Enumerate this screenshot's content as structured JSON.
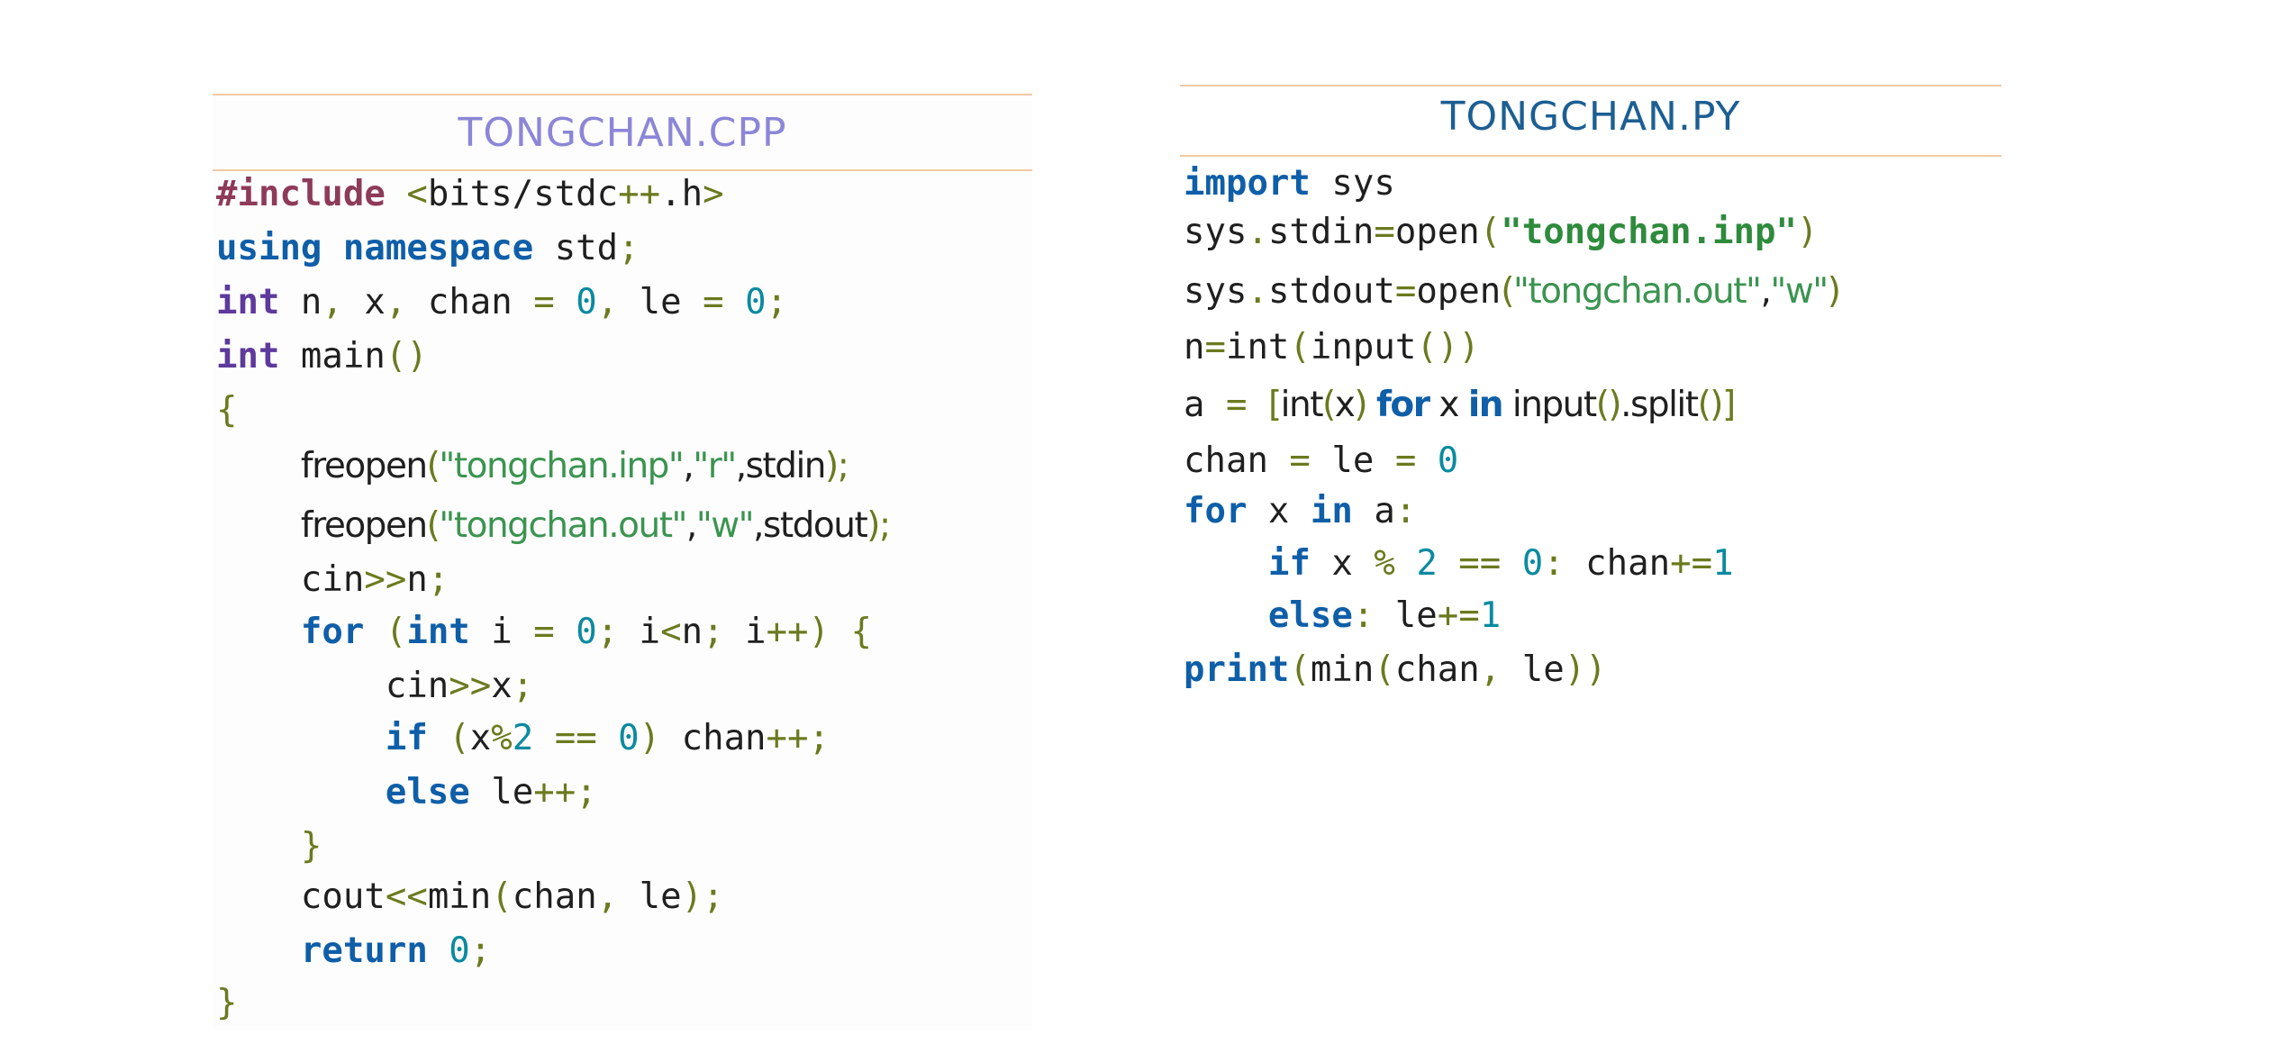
{
  "cpp": {
    "title": "TONGCHAN.CPP",
    "lines": [
      [
        {
          "t": "#include",
          "c": "pre"
        },
        {
          "t": " "
        },
        {
          "t": "<",
          "c": "op"
        },
        {
          "t": "bits/stdc"
        },
        {
          "t": "++",
          "c": "op"
        },
        {
          "t": ".h"
        },
        {
          "t": ">",
          "c": "op"
        }
      ],
      [
        {
          "t": "using",
          "c": "kw"
        },
        {
          "t": " "
        },
        {
          "t": "namespace",
          "c": "kw"
        },
        {
          "t": " std"
        },
        {
          "t": ";",
          "c": "pun"
        }
      ],
      [
        {
          "t": "int",
          "c": "kw2"
        },
        {
          "t": " n"
        },
        {
          "t": ",",
          "c": "pun"
        },
        {
          "t": " x"
        },
        {
          "t": ",",
          "c": "pun"
        },
        {
          "t": " chan "
        },
        {
          "t": "=",
          "c": "op"
        },
        {
          "t": " "
        },
        {
          "t": "0",
          "c": "num"
        },
        {
          "t": ",",
          "c": "pun"
        },
        {
          "t": " le "
        },
        {
          "t": "=",
          "c": "op"
        },
        {
          "t": " "
        },
        {
          "t": "0",
          "c": "num"
        },
        {
          "t": ";",
          "c": "pun"
        }
      ],
      [
        {
          "t": "int",
          "c": "kw2"
        },
        {
          "t": " main"
        },
        {
          "t": "()",
          "c": "pun"
        }
      ],
      [
        {
          "t": "{",
          "c": "pun"
        }
      ],
      [
        {
          "t": "    "
        },
        {
          "t": "freopen",
          "c": "sans"
        },
        {
          "t": "(",
          "c": "pun sans"
        },
        {
          "t": "\"tongchan.inp\"",
          "c": "str sans"
        },
        {
          "t": ",",
          "c": "sans"
        },
        {
          "t": "\"r\"",
          "c": "str sans"
        },
        {
          "t": ",stdin",
          "c": "sans"
        },
        {
          "t": ");",
          "c": "pun sans"
        }
      ],
      [
        {
          "t": "    "
        },
        {
          "t": "freopen",
          "c": "sans"
        },
        {
          "t": "(",
          "c": "pun sans"
        },
        {
          "t": "\"tongchan.out\"",
          "c": "str sans"
        },
        {
          "t": ",",
          "c": "sans"
        },
        {
          "t": "\"w\"",
          "c": "str sans"
        },
        {
          "t": ",stdout",
          "c": "sans"
        },
        {
          "t": ");",
          "c": "pun sans"
        }
      ],
      [
        {
          "t": "    cin"
        },
        {
          "t": ">>",
          "c": "op"
        },
        {
          "t": "n"
        },
        {
          "t": ";",
          "c": "pun"
        }
      ],
      [
        {
          "t": "    "
        },
        {
          "t": "for",
          "c": "kw"
        },
        {
          "t": " "
        },
        {
          "t": "(",
          "c": "pun"
        },
        {
          "t": "int",
          "c": "kw"
        },
        {
          "t": " i "
        },
        {
          "t": "=",
          "c": "op"
        },
        {
          "t": " "
        },
        {
          "t": "0",
          "c": "num"
        },
        {
          "t": ";",
          "c": "pun"
        },
        {
          "t": " i"
        },
        {
          "t": "<",
          "c": "op"
        },
        {
          "t": "n"
        },
        {
          "t": ";",
          "c": "pun"
        },
        {
          "t": " i"
        },
        {
          "t": "++",
          "c": "op"
        },
        {
          "t": ")",
          "c": "pun"
        },
        {
          "t": " "
        },
        {
          "t": "{",
          "c": "pun"
        }
      ],
      [
        {
          "t": "        cin"
        },
        {
          "t": ">>",
          "c": "op"
        },
        {
          "t": "x"
        },
        {
          "t": ";",
          "c": "pun"
        }
      ],
      [
        {
          "t": "        "
        },
        {
          "t": "if",
          "c": "kw"
        },
        {
          "t": " "
        },
        {
          "t": "(",
          "c": "pun"
        },
        {
          "t": "x"
        },
        {
          "t": "%",
          "c": "op"
        },
        {
          "t": "2",
          "c": "num"
        },
        {
          "t": " "
        },
        {
          "t": "==",
          "c": "op"
        },
        {
          "t": " "
        },
        {
          "t": "0",
          "c": "num"
        },
        {
          "t": ")",
          "c": "pun"
        },
        {
          "t": " chan"
        },
        {
          "t": "++",
          "c": "op"
        },
        {
          "t": ";",
          "c": "pun"
        }
      ],
      [
        {
          "t": "        "
        },
        {
          "t": "else",
          "c": "kw"
        },
        {
          "t": " le"
        },
        {
          "t": "++",
          "c": "op"
        },
        {
          "t": ";",
          "c": "pun"
        }
      ],
      [
        {
          "t": "    "
        },
        {
          "t": "}",
          "c": "pun"
        }
      ],
      [
        {
          "t": "    cout"
        },
        {
          "t": "<<",
          "c": "op"
        },
        {
          "t": "min"
        },
        {
          "t": "(",
          "c": "pun"
        },
        {
          "t": "chan"
        },
        {
          "t": ",",
          "c": "pun"
        },
        {
          "t": " le"
        },
        {
          "t": ")",
          "c": "pun"
        },
        {
          "t": ";",
          "c": "pun"
        }
      ],
      [
        {
          "t": "    "
        },
        {
          "t": "return",
          "c": "kw"
        },
        {
          "t": " "
        },
        {
          "t": "0",
          "c": "num"
        },
        {
          "t": ";",
          "c": "pun"
        }
      ],
      [
        {
          "t": "}",
          "c": "pun"
        }
      ]
    ],
    "line_tops": [
      0,
      60,
      120,
      180,
      240,
      302,
      368,
      428,
      486,
      546,
      604,
      664,
      724,
      780,
      840,
      898
    ]
  },
  "py": {
    "title": "TONGCHAN.PY",
    "lines": [
      [
        {
          "t": "import",
          "c": "kw"
        },
        {
          "t": " sys"
        }
      ],
      [
        {
          "t": "sys"
        },
        {
          "t": ".",
          "c": "pun"
        },
        {
          "t": "stdin"
        },
        {
          "t": "=",
          "c": "op"
        },
        {
          "t": "open"
        },
        {
          "t": "(",
          "c": "pun"
        },
        {
          "t": "\"tongchan.inp\"",
          "c": "strb"
        },
        {
          "t": ")",
          "c": "pun"
        }
      ],
      [
        {
          "t": "sys"
        },
        {
          "t": ".",
          "c": "pun"
        },
        {
          "t": "stdout"
        },
        {
          "t": "=",
          "c": "op"
        },
        {
          "t": "open"
        },
        {
          "t": "(",
          "c": "pun sans"
        },
        {
          "t": "\"tongchan.out\"",
          "c": "str sans"
        },
        {
          "t": ",",
          "c": "sans"
        },
        {
          "t": "\"w\"",
          "c": "str sans"
        },
        {
          "t": ")",
          "c": "pun sans"
        }
      ],
      [
        {
          "t": "n"
        },
        {
          "t": "=",
          "c": "op"
        },
        {
          "t": "int"
        },
        {
          "t": "(",
          "c": "pun"
        },
        {
          "t": "input"
        },
        {
          "t": "())",
          "c": "pun"
        }
      ],
      [
        {
          "t": "a "
        },
        {
          "t": "=",
          "c": "op"
        },
        {
          "t": " "
        },
        {
          "t": "[",
          "c": "pun sans"
        },
        {
          "t": "int",
          "c": "sans"
        },
        {
          "t": "(",
          "c": "pun sans"
        },
        {
          "t": "x",
          "c": "sans"
        },
        {
          "t": ")",
          "c": "pun sans"
        },
        {
          "t": " ",
          "c": "sans"
        },
        {
          "t": "for",
          "c": "kw sans"
        },
        {
          "t": " x ",
          "c": "sans"
        },
        {
          "t": "in",
          "c": "kw sans"
        },
        {
          "t": " input",
          "c": "sans"
        },
        {
          "t": "()",
          "c": "pun sans"
        },
        {
          "t": ".split",
          "c": "sans"
        },
        {
          "t": "()]",
          "c": "pun sans"
        }
      ],
      [
        {
          "t": "chan "
        },
        {
          "t": "=",
          "c": "op"
        },
        {
          "t": " le "
        },
        {
          "t": "=",
          "c": "op"
        },
        {
          "t": " "
        },
        {
          "t": "0",
          "c": "num"
        }
      ],
      [
        {
          "t": "for",
          "c": "kw"
        },
        {
          "t": " x "
        },
        {
          "t": "in",
          "c": "kw"
        },
        {
          "t": " a"
        },
        {
          "t": ":",
          "c": "pun"
        }
      ],
      [
        {
          "t": "    "
        },
        {
          "t": "if",
          "c": "kw"
        },
        {
          "t": " x "
        },
        {
          "t": "%",
          "c": "op"
        },
        {
          "t": " "
        },
        {
          "t": "2",
          "c": "num"
        },
        {
          "t": " "
        },
        {
          "t": "==",
          "c": "op"
        },
        {
          "t": " "
        },
        {
          "t": "0",
          "c": "num"
        },
        {
          "t": ":",
          "c": "pun"
        },
        {
          "t": " chan"
        },
        {
          "t": "+=",
          "c": "op"
        },
        {
          "t": "1",
          "c": "num"
        }
      ],
      [
        {
          "t": "    "
        },
        {
          "t": "else",
          "c": "kw"
        },
        {
          "t": ":",
          "c": "pun"
        },
        {
          "t": " le"
        },
        {
          "t": "+=",
          "c": "op"
        },
        {
          "t": "1",
          "c": "num"
        }
      ],
      [
        {
          "t": "print",
          "c": "kw"
        },
        {
          "t": "(",
          "c": "pun"
        },
        {
          "t": "min"
        },
        {
          "t": "(",
          "c": "pun"
        },
        {
          "t": "chan"
        },
        {
          "t": ",",
          "c": "pun"
        },
        {
          "t": " le"
        },
        {
          "t": "))",
          "c": "pun"
        }
      ]
    ],
    "line_tops": [
      0,
      54,
      120,
      182,
      246,
      308,
      364,
      422,
      480,
      540
    ]
  }
}
